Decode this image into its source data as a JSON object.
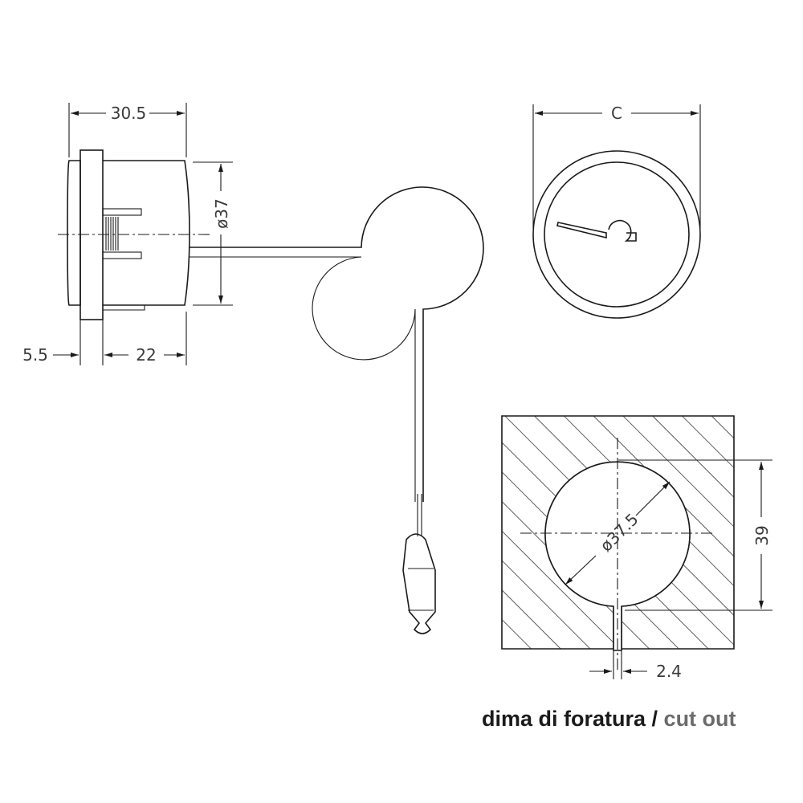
{
  "dimensions": {
    "width_total": "30.5",
    "diameter_body": "ø37",
    "flange": "5.5",
    "depth": "22",
    "front_width": "C",
    "cutout_diameter": "ø37.5",
    "cutout_height": "39",
    "notch_width": "2.4"
  },
  "caption": {
    "main": "dima di foratura / ",
    "sub": "cut out"
  }
}
